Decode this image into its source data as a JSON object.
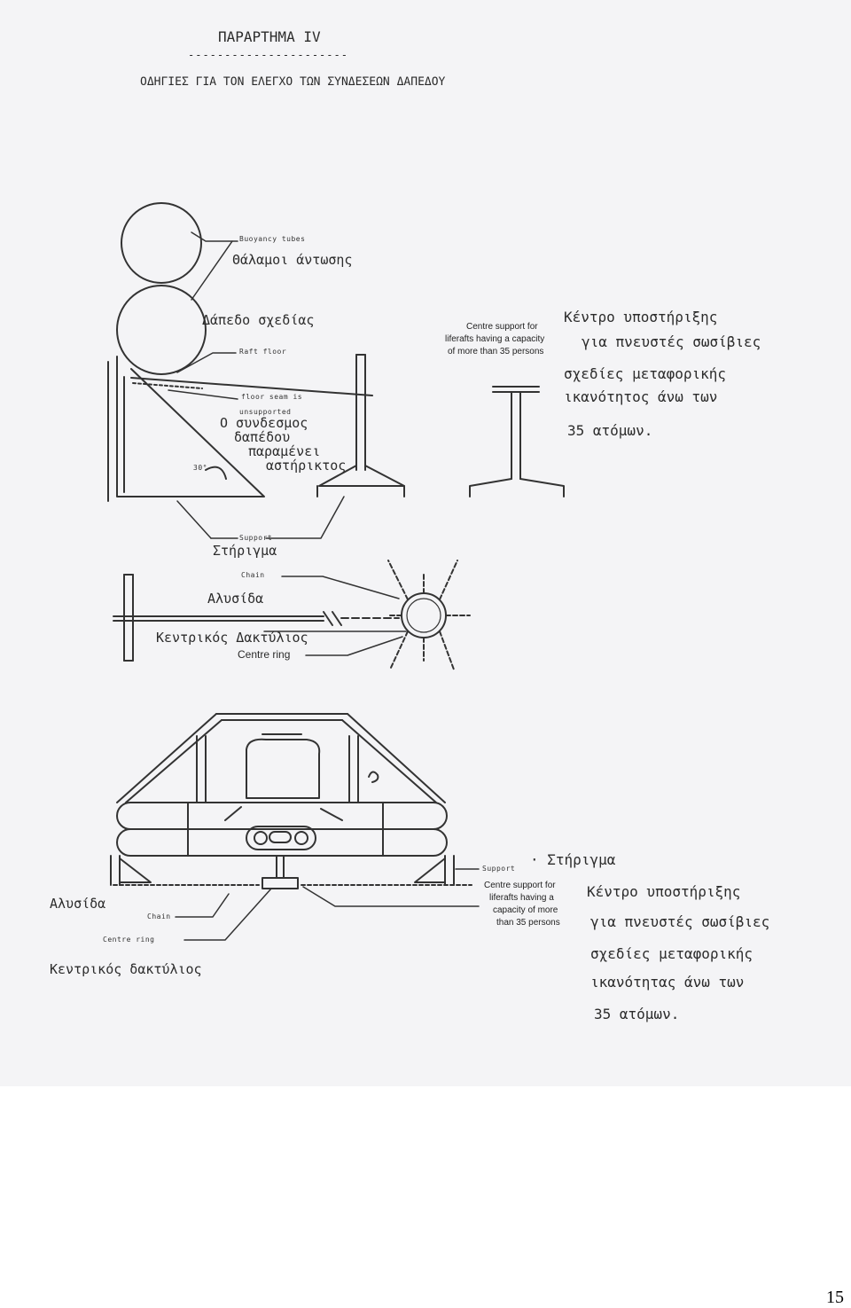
{
  "header": {
    "appendix": "ΠΑΡΑΡΤΗΜΑ ΙV",
    "underline": "----------------------",
    "title": "ΟΔΗΓΙΕΣ ΓΙΑ ΤΟΝ ΕΛΕΓΧΟ ΤΩΝ ΣΥΝΔΕΣΕΩΝ ΔΑΠΕΔΟΥ"
  },
  "figure1": {
    "buoyancy_en": "Buoyancy tubes",
    "buoyancy_gr": "Θάλαμοι άντωσης",
    "floor_gr": "Δάπεδο σχεδίας",
    "floor_en": "Raft floor",
    "floor_seam_en_1": "floor seam is",
    "floor_seam_en_2": "unsupported",
    "floor_seam_gr_1": "Ο συνδεσμος",
    "floor_seam_gr_2": "δαπέδου",
    "floor_seam_gr_3": "παραμένει",
    "floor_seam_gr_4": "αστήρικτος",
    "angle": "30°",
    "centre_support_en_1": "Centre support for",
    "centre_support_en_2": "liferafts having a capacity",
    "centre_support_en_3": "of more than 35 persons",
    "centre_support_gr_1": "Κέντρο υποστήριξης",
    "centre_support_gr_2": "για πνευστές σωσίβιες",
    "centre_support_gr_3": "σχεδίες μεταφορικής",
    "centre_support_gr_4": "ικανότητος άνω των",
    "centre_support_gr_5": "35 ατόμων."
  },
  "figure2": {
    "support_en": "Support",
    "support_gr": "Στήριγμα",
    "chain_en": "Chain",
    "chain_gr": "Αλυσίδα",
    "ring_gr": "Κεντρικός Δακτύλιος",
    "ring_en": "Centre ring"
  },
  "figure3": {
    "support_en": "Support",
    "support_gr": "· Στήριγμα",
    "centre_support_en_1": "Centre support for",
    "centre_support_en_2": "liferafts having a",
    "centre_support_en_3": "capacity of more",
    "centre_support_en_4": "than 35 persons",
    "centre_support_gr_1": "Κέντρο υποστήριξης",
    "centre_support_gr_2": "για πνευστές σωσίβιες",
    "centre_support_gr_3": "σχεδίες μεταφορικής",
    "centre_support_gr_4": "ικανότητας άνω των",
    "centre_support_gr_5": "35 ατόμων.",
    "chain_gr": "Αλυσίδα",
    "chain_en": "Chain",
    "ring_en": "Centre ring",
    "ring_gr": "Κεντρικός δακτύλιος"
  },
  "footer": {
    "page_number": "15"
  }
}
